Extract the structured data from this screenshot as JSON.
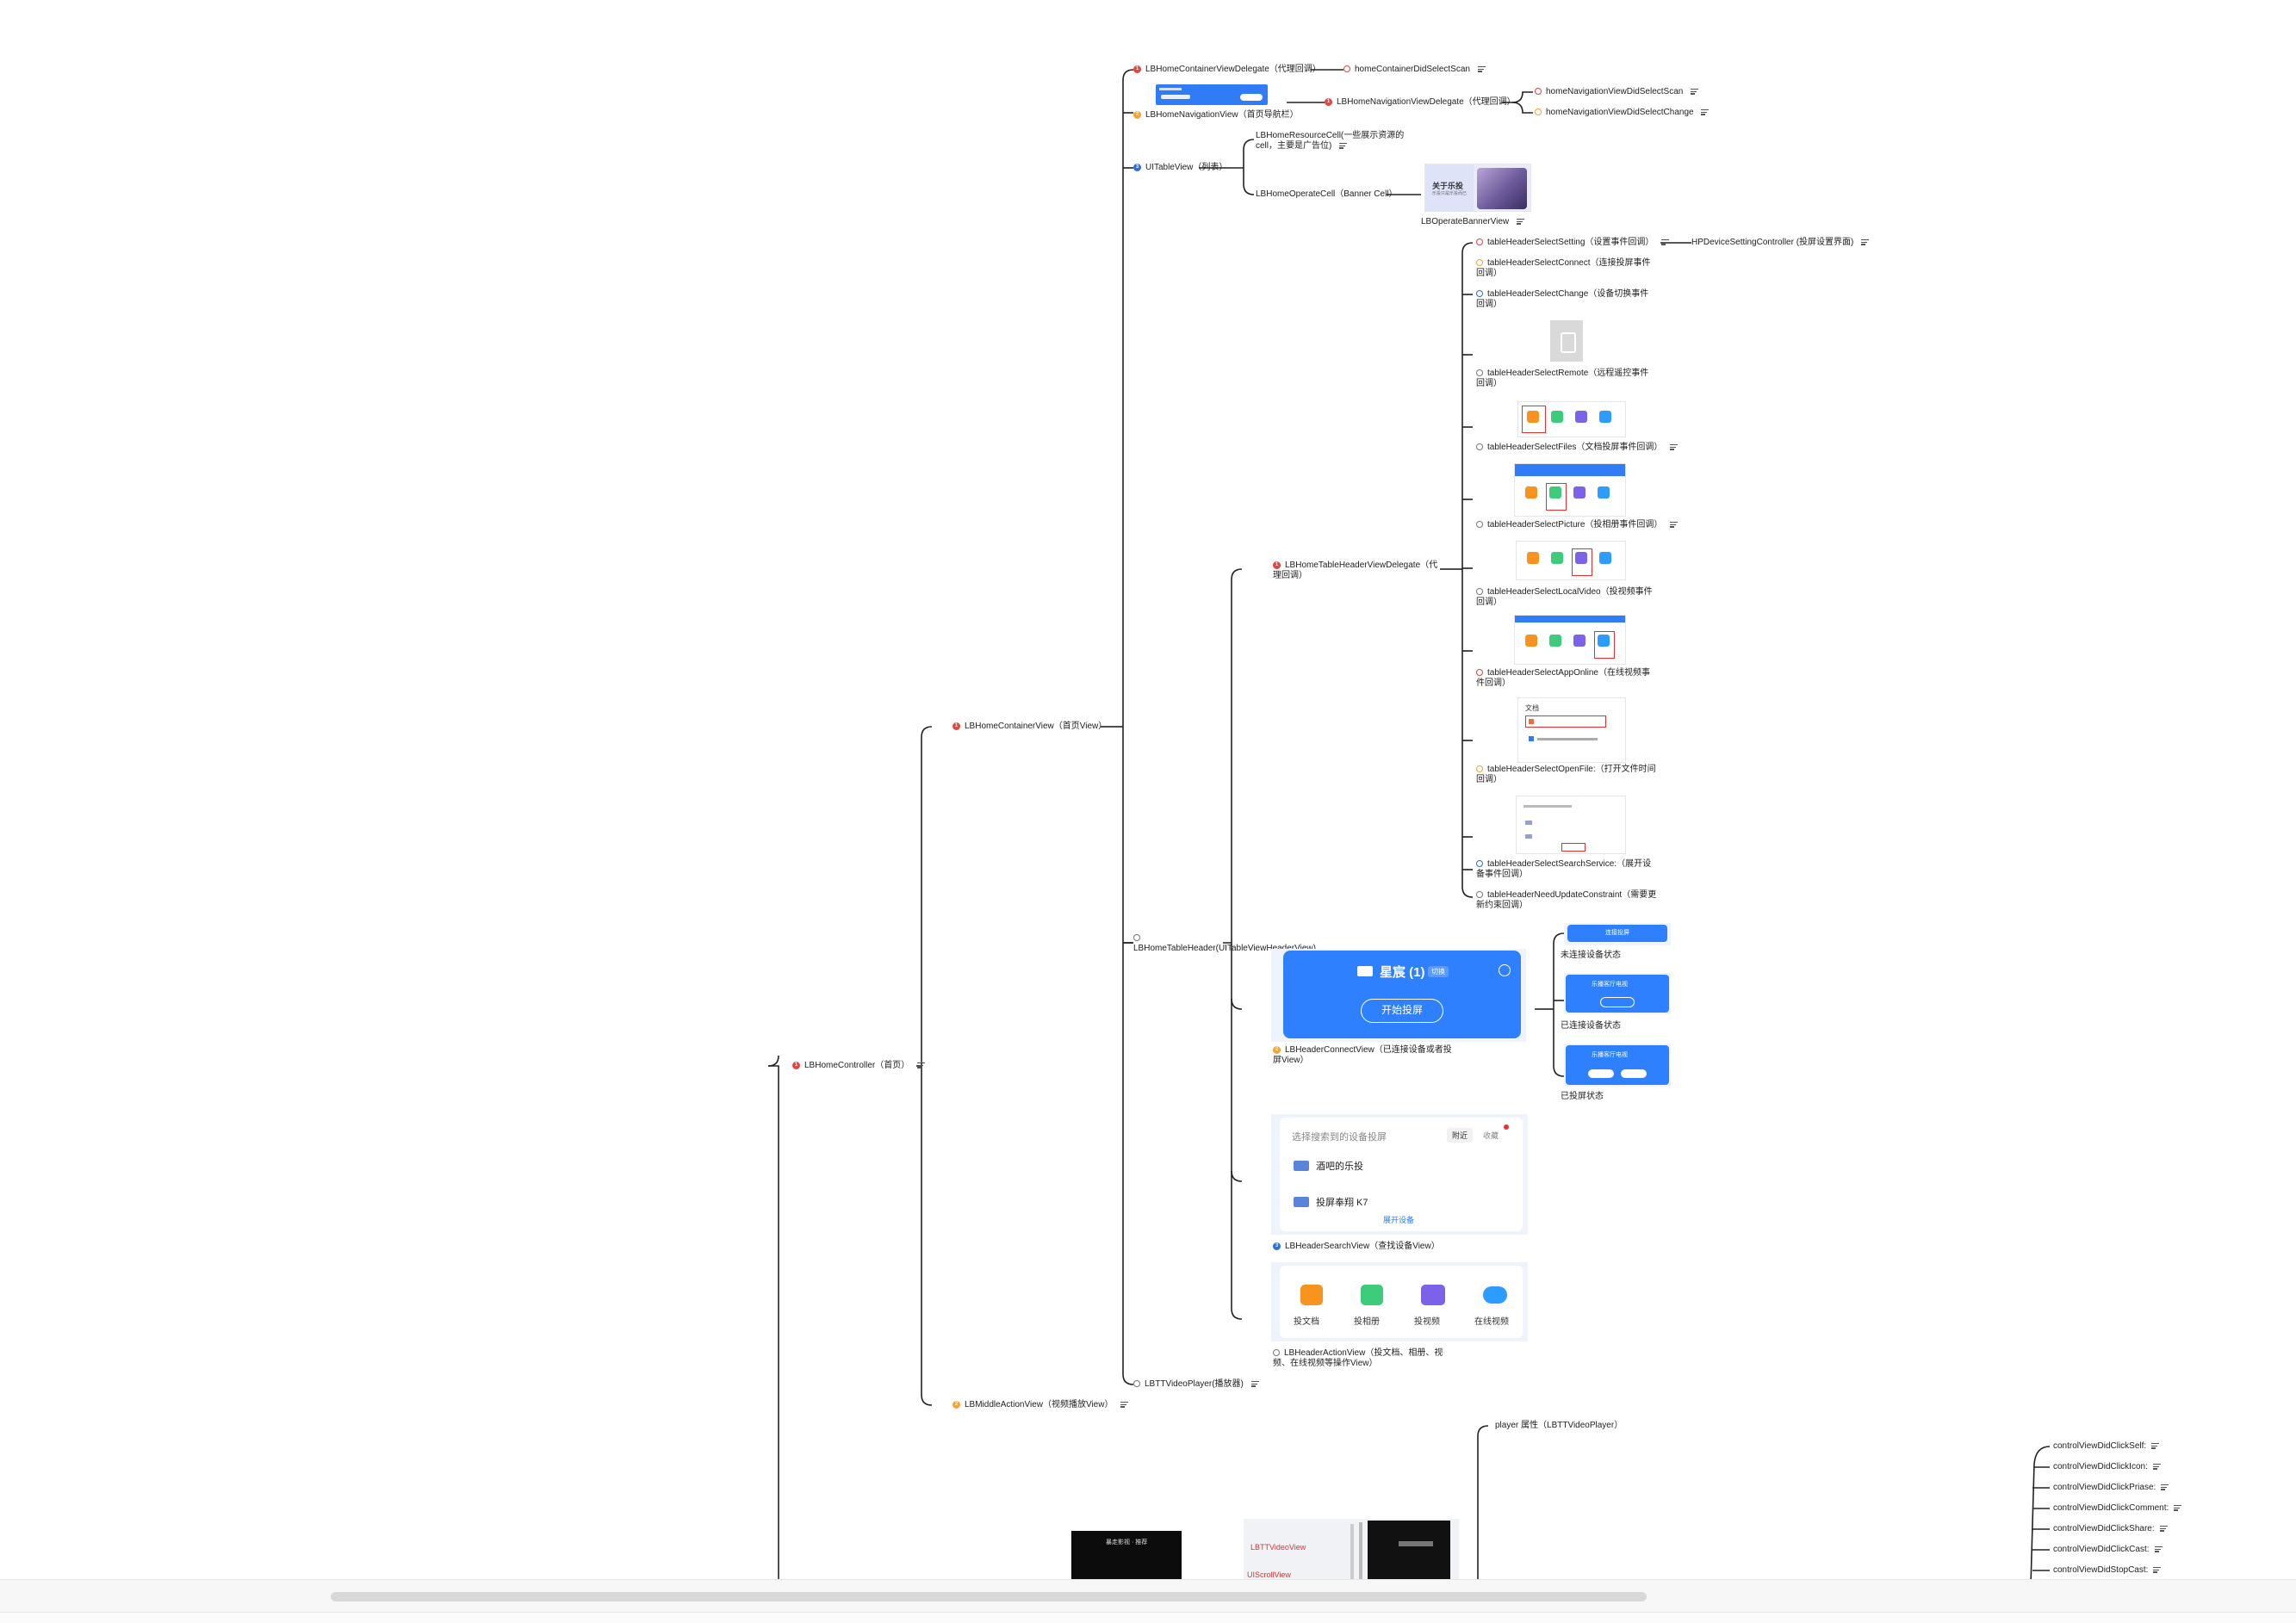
{
  "nodes": {
    "root": "LBHomeController（首页）",
    "container_view": "LBHomeContainerView（首页View）",
    "middle_action": "LBMiddleActionView（视频播放View）",
    "container_delegate": "LBHomeContainerViewDelegate（代理回调）",
    "container_scan": "homeContainerDidSelectScan",
    "navigation_view": "LBHomeNavigationView（首页导航栏）",
    "navigation_delegate": "LBHomeNavigationViewDelegate（代理回调）",
    "nav_scan": "homeNavigationViewDidSelectScan",
    "nav_change": "homeNavigationViewDidSelectChange",
    "tableview": "UITableView（列表）",
    "resource_cell": "LBHomeResourceCell(一些展示资源的cell，主要是广告位)",
    "operate_cell": "LBHomeOperateCell（Banner Cell）",
    "operate_banner": "LBOperateBannerView",
    "header_delegate": "LBHomeTableHeaderViewDelegate（代理回调）",
    "table_header": "LBHomeTableHeader(UITableViewHeaderView)",
    "tt_player": "LBTTVideoPlayer(播放器)",
    "select_setting": "tableHeaderSelectSetting（设置事件回调）",
    "device_setting": "HPDeviceSettingController (投屏设置界面)",
    "select_connect": "tableHeaderSelectConnect（连接投屏事件回调）",
    "select_change": "tableHeaderSelectChange（设备切换事件回调）",
    "select_remote": "tableHeaderSelectRemote（远程遥控事件回调）",
    "select_files": "tableHeaderSelectFiles（文档投屏事件回调）",
    "select_picture": "tableHeaderSelectPicture（投相册事件回调）",
    "select_localvideo": "tableHeaderSelectLocalVideo（投视频事件回调）",
    "select_apponline": "tableHeaderSelectAppOnline（在线视频事件回调）",
    "select_openfile": "tableHeaderSelectOpenFile:（打开文件时间回调）",
    "select_search": "tableHeaderSelectSearchService:（展开设备事件回调）",
    "need_update": "tableHeaderNeedUpdateConstraint（需要更新约束回调）",
    "connect_view": "LBHeaderConnectView（已连接设备或者投屏View）",
    "state_unconnected": "未连接设备状态",
    "state_connected": "已连接设备状态",
    "state_casting": "已投屏状态",
    "search_view": "LBHeaderSearchView（查找设备View）",
    "action_view": "LBHeaderActionView（投文档、相册、视频、在线视频等操作View）",
    "player_attr": "player 属性（LBTTVideoPlayer）",
    "ctrl_self": "controlViewDidClickSelf:",
    "ctrl_icon": "controlViewDidClickIcon:",
    "ctrl_praise": "controlViewDidClickPriase:",
    "ctrl_comment": "controlViewDidClickComment:",
    "ctrl_share": "controlViewDidClickShare:",
    "ctrl_cast": "controlViewDidClickCast:",
    "ctrl_stopcast": "controlViewDidStopCast:"
  },
  "thumbs": {
    "banner_title": "关于乐投",
    "banner_sub": "乐投只是乐投而已",
    "card_title": "星宸 (1)",
    "card_switch": "切换",
    "card_button": "开始投屏",
    "search_title": "选择搜索到的设备投屏",
    "search_tab_near": "附近",
    "search_tab_fav": "收藏",
    "search_dev1": "酒吧的乐投",
    "search_dev2": "投屏奉翔 K7",
    "search_more": "展开设备",
    "action_docs": "投文档",
    "action_album": "投相册",
    "action_video": "投视频",
    "action_online": "在线视频",
    "mini_unconnected": "连接投屏",
    "mini_connected": "乐播客厅电视",
    "mini_casting": "乐播客厅电视",
    "file_header": "文档",
    "red_label1": "LBTTVideoView",
    "red_label2": "UIScrollView",
    "dark_phone_text": "暴走影视 · 推荐"
  }
}
